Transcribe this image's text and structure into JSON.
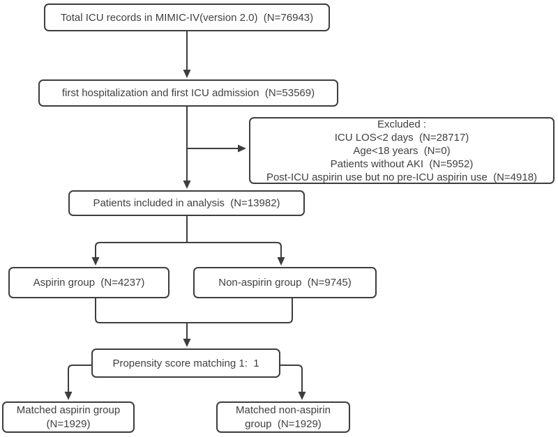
{
  "colors": {
    "line": "#3d3d3d",
    "border": "#3d3d3d",
    "text": "#3f3f3f",
    "box_bg": "#ffffff"
  },
  "flowchart": {
    "total_box": "Total ICU records in MIMIC-IV(version 2.0)  (N=76943)",
    "first_box": "first hospitalization and first ICU admission  (N=53569)",
    "excluded_box": {
      "title": "Excluded :",
      "lines": [
        "ICU LOS<2 days  (N=28717)",
        "Age<18 years  (N=0)",
        "Patients without AKI  (N=5952)",
        "Post-ICU aspirin use but no pre-ICU aspirin use  (N=4918)"
      ]
    },
    "included_box": "Patients included in analysis  (N=13982)",
    "aspirin_box": "Aspirin group  (N=4237)",
    "non_aspirin_box": "Non-aspirin group  (N=9745)",
    "psm_box": "Propensity score matching 1:  1",
    "matched_aspirin_box": "Matched aspirin group\n(N=1929)",
    "matched_non_aspirin_box": "Matched non-aspirin\ngroup  (N=1929)"
  }
}
